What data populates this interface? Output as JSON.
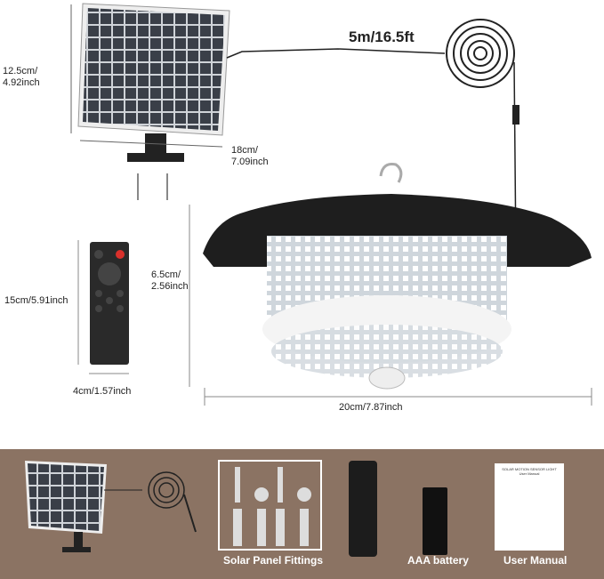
{
  "dimensions": {
    "panel_height": [
      "12.5cm/",
      "4.92inch"
    ],
    "panel_width": [
      "18cm/",
      "7.09inch"
    ],
    "cable_length": "5m/16.5ft",
    "remote_height": "15cm/5.91inch",
    "remote_width": "4cm/1.57inch",
    "lamp_height": [
      "6.5cm/",
      "2.56inch"
    ],
    "lamp_width": "20cm/7.87inch"
  },
  "package": {
    "items": [
      {
        "label": "Solar Panel Fittings"
      },
      {
        "label": "AAA battery"
      },
      {
        "label": "User Manual"
      }
    ],
    "manual_title": "SOLAR MOTION SENSOR LIGHT",
    "manual_subtitle": "User Manual"
  },
  "colors": {
    "band": "#8b7363",
    "panel": "#3a3f48",
    "lamp_shell": "#1e1e1e",
    "remote_power": "#d9302b"
  }
}
